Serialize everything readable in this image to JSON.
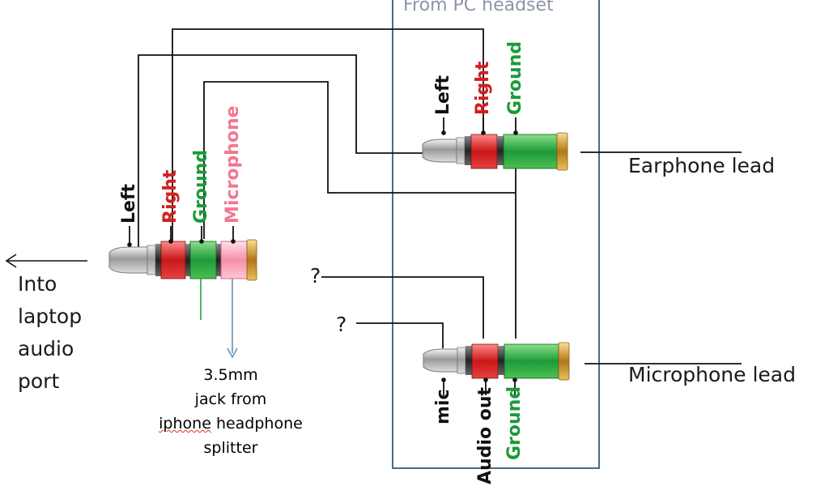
{
  "title": "From PC headset",
  "left_plug": {
    "labels": {
      "left": "Left",
      "right": "Right",
      "ground": "Ground",
      "microphone": "Microphone"
    },
    "arrow_label": [
      "Into",
      "laptop",
      "audio",
      "port"
    ],
    "caption": [
      "3.5mm",
      "jack from",
      "iphone",
      "headphone",
      "splitter"
    ]
  },
  "earphone_plug": {
    "labels": {
      "left": "Left",
      "right": "Right",
      "ground": "Ground"
    },
    "lead_label": "Earphone lead"
  },
  "mic_plug": {
    "labels": {
      "mic": "mic",
      "audio_out": "Audio out",
      "ground": "Ground"
    },
    "lead_label": "Microphone lead",
    "unknown_labels": [
      "?",
      "?"
    ]
  },
  "colors": {
    "left": "#111111",
    "right": "#d32020",
    "ground": "#1a9a3a",
    "microphone": "#f07890",
    "box": "#4a6a8a",
    "arrow_blue": "#6a90b0",
    "wire": "#111111"
  }
}
